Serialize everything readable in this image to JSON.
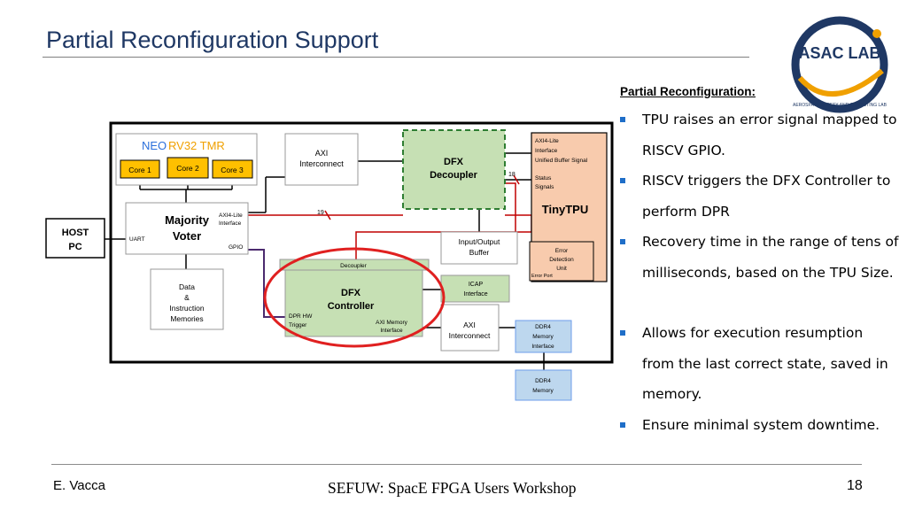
{
  "title": "Partial Reconfiguration Support",
  "section_heading": "Partial Reconfiguration:",
  "bullets": [
    "TPU raises an error signal mapped to RISCV GPIO.",
    "RISCV triggers the DFX Controller to perform DPR",
    "Recovery time in the range of tens of milliseconds, based on the TPU Size.",
    "Allows for execution resumption from the last correct state, saved in memory.",
    "Ensure minimal system downtime."
  ],
  "logo": {
    "name": "ASAC LAB",
    "ring_text": "AEROSPACE SAFETY AND COMPUTING LAB"
  },
  "diagram": {
    "neorv_neo": "NEO",
    "neorv_rv": "RV32 TMR",
    "core1": "Core 1",
    "core2": "Core 2",
    "core3": "Core 3",
    "axi_interconnect_top": [
      "AXI",
      "Interconnect"
    ],
    "dfx_decoupler": [
      "DFX",
      "Decoupler"
    ],
    "signal_18": "18",
    "signal_19": "19",
    "axi4lite_unified": [
      "AXI4-Lite",
      "Interface",
      "Unified Buffer Signal"
    ],
    "status_signals": [
      "Status",
      "Signals"
    ],
    "tinytpu": "TinyTPU",
    "error_detection": [
      "Error",
      "Detection",
      "Unit"
    ],
    "error_port": "Error Port",
    "host_pc": [
      "HOST",
      "PC"
    ],
    "majority_voter": [
      "Majority",
      "Voter"
    ],
    "axi4lite_iface": [
      "AXI4-Lite",
      "Interface"
    ],
    "uart": "UART",
    "gpio": "GPIO",
    "io_buffer": [
      "Input/Output",
      "Buffer"
    ],
    "decoupler": "Decoupler",
    "dfx_controller": [
      "DFX",
      "Controller"
    ],
    "dpr_hw_trigger": [
      "DPR HW",
      "Trigger"
    ],
    "axi_memory_interface": [
      "AXI Memory",
      "Interface"
    ],
    "icap_interface": [
      "ICAP",
      "Interface"
    ],
    "data_instr_mem": [
      "Data",
      "&",
      "Instruction",
      "Memories"
    ],
    "axi_interconnect_bottom": [
      "AXI",
      "Interconnect"
    ],
    "ddr4_mem_iface": [
      "DDR4",
      "Memory",
      "Interface"
    ],
    "ddr4_memory": [
      "DDR4",
      "Memory"
    ]
  },
  "colors": {
    "title": "#1f3864",
    "bullet": "#1f6ec8",
    "green": "#c6e0b4",
    "green_border": "#2e7d32",
    "yellow": "#ffc000",
    "salmon": "#f8cbad",
    "blue": "#bdd7ee",
    "red_circle": "#e02020",
    "wire_purple": "#4b2a6e",
    "wire_red": "#c00000",
    "neo_blue": "#2a6fdb",
    "neo_orange": "#f0a000"
  },
  "footer": {
    "author": "E. Vacca",
    "event": "SEFUW: SpacE FPGA Users Workshop",
    "page": "18"
  }
}
